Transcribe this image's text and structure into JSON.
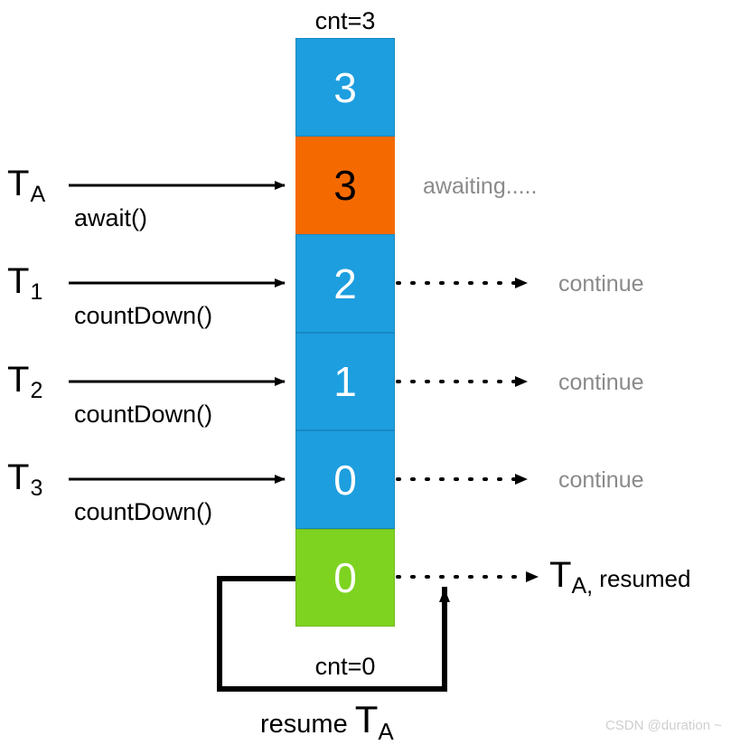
{
  "diagram": {
    "title_top": "cnt=3",
    "title_bottom": "cnt=0",
    "watermark": "CSDN @duration ~",
    "colors": {
      "blue": "#1d9edf",
      "blue_border": "#1787c0",
      "orange": "#f56a00",
      "green": "#7ed321",
      "green_border": "#6fbb1c",
      "grey_text": "#8a8a8a",
      "black": "#000000",
      "white": "#ffffff",
      "watermark": "#cfcfcf"
    },
    "cells": [
      {
        "value": "3",
        "state": "initial",
        "color": "blue",
        "text_color": "#ffffff"
      },
      {
        "value": "3",
        "state": "awaiting",
        "color": "orange",
        "text_color": "#000000"
      },
      {
        "value": "2",
        "state": "counted",
        "color": "blue",
        "text_color": "#ffffff"
      },
      {
        "value": "1",
        "state": "counted",
        "color": "blue",
        "text_color": "#ffffff"
      },
      {
        "value": "0",
        "state": "counted",
        "color": "blue",
        "text_color": "#ffffff"
      },
      {
        "value": "0",
        "state": "released",
        "color": "green",
        "text_color": "#ffffff"
      }
    ],
    "threads": [
      {
        "name": "T",
        "sub": "A",
        "method": "await()",
        "result": "awaiting.....",
        "result_style": "grey"
      },
      {
        "name": "T",
        "sub": "1",
        "method": "countDown()",
        "result": "continue",
        "result_style": "grey"
      },
      {
        "name": "T",
        "sub": "2",
        "method": "countDown()",
        "result": "continue",
        "result_style": "grey"
      },
      {
        "name": "T",
        "sub": "3",
        "method": "countDown()",
        "result": "continue",
        "result_style": "grey"
      }
    ],
    "resumed": {
      "name": "T",
      "sub": "A,",
      "suffix": "resumed"
    },
    "resume_caption": {
      "verb": "resume",
      "name": "T",
      "sub": "A"
    }
  }
}
